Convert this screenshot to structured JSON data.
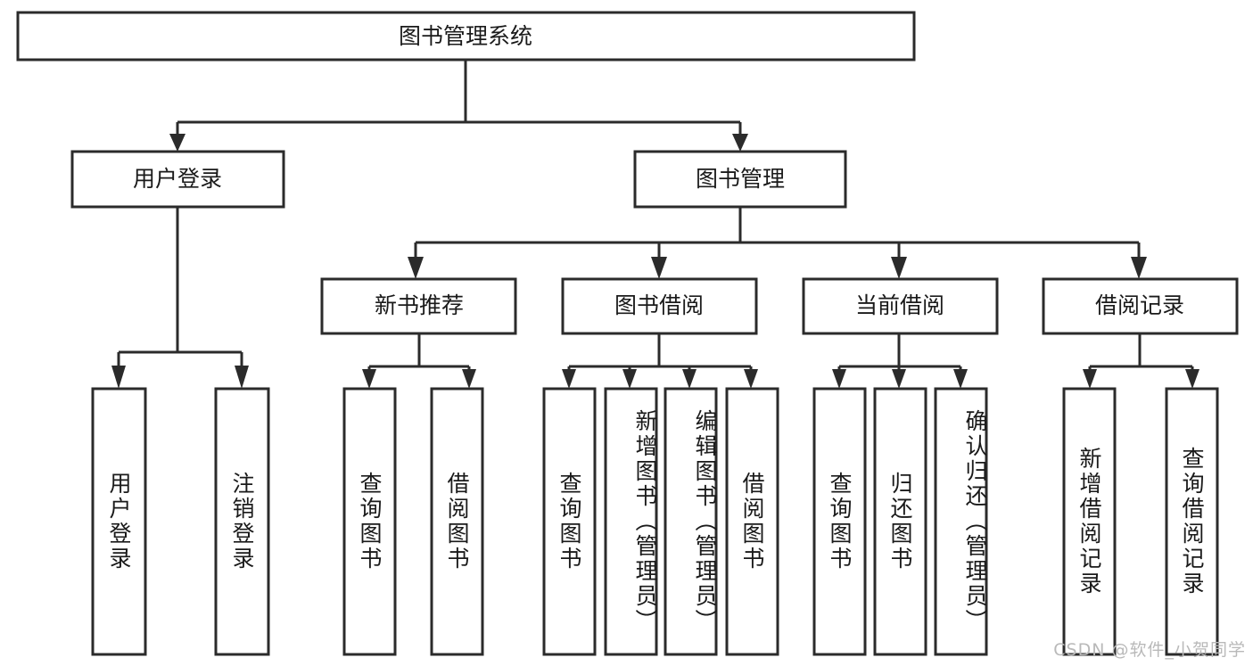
{
  "diagram": {
    "type": "tree-hierarchy-diagram",
    "title": "图书管理系统",
    "orientation": "top-down",
    "background_color": "#ffffff",
    "stroke_color": "#2b2b2b",
    "text_color": "#1a1a1a"
  },
  "root": {
    "label": "图书管理系统"
  },
  "level2": [
    {
      "label": "用户登录"
    },
    {
      "label": "图书管理"
    }
  ],
  "level3": [
    {
      "label": "新书推荐"
    },
    {
      "label": "图书借阅"
    },
    {
      "label": "当前借阅"
    },
    {
      "label": "借阅记录"
    }
  ],
  "leaves": {
    "user_login": [
      {
        "label": "用户登录"
      },
      {
        "label": "注销登录"
      }
    ],
    "new_book_recommend": [
      {
        "label": "查询图书"
      },
      {
        "label": "借阅图书"
      }
    ],
    "book_borrow": [
      {
        "label": "查询图书"
      },
      {
        "label": "新增图书（管理员）"
      },
      {
        "label": "编辑图书（管理员）"
      },
      {
        "label": "借阅图书"
      }
    ],
    "current_borrow": [
      {
        "label": "查询图书"
      },
      {
        "label": "归还图书"
      },
      {
        "label": "确认归还（管理员）"
      }
    ],
    "borrow_record": [
      {
        "label": "新增借阅记录"
      },
      {
        "label": "查询借阅记录"
      }
    ]
  },
  "watermark": {
    "text": "CSDN @软件_小贺同学"
  }
}
